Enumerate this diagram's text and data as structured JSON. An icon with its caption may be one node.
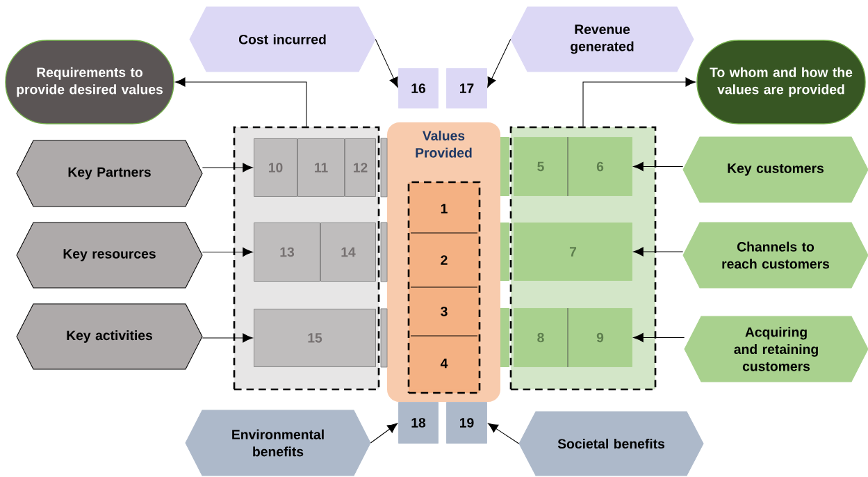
{
  "diagram": {
    "nodes": [
      {
        "text": [
          "Cost incurred"
        ]
      },
      {
        "text": [
          "Revenue generated"
        ]
      },
      {
        "text": [
          "Requirements to provide desired values"
        ]
      },
      {
        "text": [
          "To whom and how the values are provided"
        ]
      },
      {
        "text": [
          "16"
        ]
      },
      {
        "text": [
          "17"
        ]
      },
      {
        "text": [],
        "shape": "box"
      },
      {
        "text": [
          "10"
        ],
        "in": 6
      },
      {
        "text": [
          "11"
        ],
        "in": 6
      },
      {
        "text": [
          "12"
        ],
        "in": 6
      },
      {
        "text": [
          "13"
        ],
        "in": 6
      },
      {
        "text": [
          "14"
        ],
        "in": 6
      },
      {
        "text": [
          "15"
        ],
        "in": 6
      },
      {
        "text": [
          "Values Provided"
        ]
      },
      {
        "text": [],
        "shape": "box",
        "in": 13
      },
      {
        "text": [
          "1"
        ],
        "in": 14
      },
      {
        "text": [
          "2"
        ],
        "in": 14
      },
      {
        "text": [
          "3"
        ],
        "in": 14
      },
      {
        "text": [
          "4"
        ],
        "in": 14
      },
      {
        "text": [],
        "shape": "box"
      },
      {
        "text": [
          "5"
        ],
        "in": 19
      },
      {
        "text": [
          "6"
        ],
        "in": 19
      },
      {
        "text": [
          "7"
        ],
        "in": 19
      },
      {
        "text": [
          "8"
        ],
        "in": 19
      },
      {
        "text": [
          "9"
        ],
        "in": 19
      },
      {
        "text": [
          "Key Partners"
        ]
      },
      {
        "text": [
          "Key resources"
        ]
      },
      {
        "text": [
          "Key activities"
        ]
      },
      {
        "text": [
          "Key customers"
        ]
      },
      {
        "text": [
          "Channels to reach customers"
        ]
      },
      {
        "text": [
          "Acquiring and retaining customers"
        ]
      },
      {
        "text": [
          "18"
        ]
      },
      {
        "text": [
          "19"
        ]
      },
      {
        "text": [
          "Environmental benefits"
        ]
      },
      {
        "text": [
          "Societal benefits"
        ]
      }
    ],
    "edges": [
      {
        "from": 0,
        "to": 4,
        "arrow": "to"
      },
      {
        "from": 1,
        "to": 5,
        "arrow": "to"
      },
      {
        "from": 6,
        "to": 2,
        "arrow": "to"
      },
      {
        "from": 19,
        "to": 3,
        "arrow": "to"
      },
      {
        "from": 25,
        "to": 7,
        "arrow": "to"
      },
      {
        "from": 26,
        "to": 10,
        "arrow": "to"
      },
      {
        "from": 27,
        "to": 12,
        "arrow": "to"
      },
      {
        "from": 28,
        "to": 21,
        "arrow": "to"
      },
      {
        "from": 29,
        "to": 22,
        "arrow": "to"
      },
      {
        "from": 30,
        "to": 24,
        "arrow": "to"
      },
      {
        "from": 33,
        "to": 31,
        "arrow": "to"
      },
      {
        "from": 34,
        "to": 32,
        "arrow": "to"
      }
    ]
  }
}
